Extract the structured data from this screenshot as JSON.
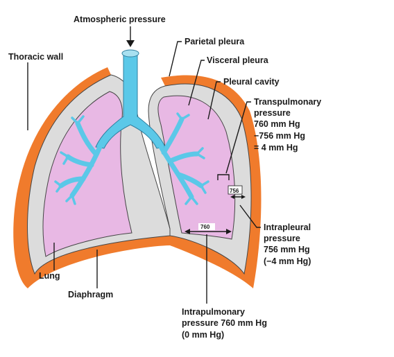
{
  "labels": {
    "atmospheric_pressure": "Atmospheric pressure",
    "parietal_pleura": "Parietal pleura",
    "visceral_pleura": "Visceral pleura",
    "pleural_cavity": "Pleural cavity",
    "thoracic_wall": "Thoracic wall",
    "transpulmonary": [
      "Transpulmonary",
      "pressure",
      "760 mm Hg",
      "−756 mm Hg",
      "= 4 mm Hg"
    ],
    "intrapleural": [
      "Intrapleural",
      "pressure",
      "756 mm Hg",
      "(−4 mm Hg)"
    ],
    "intrapulmonary": [
      "Intrapulmonary",
      "pressure 760 mm Hg",
      "(0 mm Hg)"
    ],
    "lung": "Lung",
    "diaphragm": "Diaphragm",
    "value_760": "760",
    "value_756": "756"
  },
  "colors": {
    "thoracic_wall": "#f07b2c",
    "pleura": "#dcdcdc",
    "lung": "#e8b8e4",
    "airway": "#5bc8e8",
    "text": "#1a1a1a"
  }
}
